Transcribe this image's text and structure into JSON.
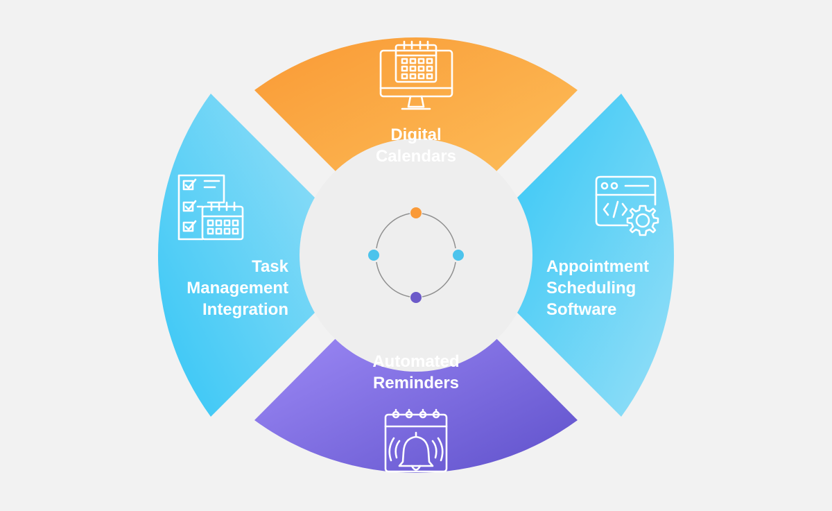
{
  "diagram": {
    "segments": [
      {
        "id": "top",
        "lines": [
          "Digital",
          "Calendars"
        ],
        "icon": "desktop-calendar-icon"
      },
      {
        "id": "right",
        "lines": [
          "Appointment",
          "Scheduling",
          "Software"
        ],
        "icon": "code-window-gear-icon"
      },
      {
        "id": "bottom",
        "lines": [
          "Automated",
          "Reminders"
        ],
        "icon": "calendar-bell-icon"
      },
      {
        "id": "left",
        "lines": [
          "Task",
          "Management",
          "Integration"
        ],
        "icon": "checklist-calendar-icon"
      }
    ],
    "center": {
      "dot_icons": [
        "orange-dot",
        "cyan-dot",
        "purple-dot",
        "cyan-dot"
      ]
    }
  },
  "colors": {
    "background": "#f2f2f2",
    "center": "#eeeeee",
    "top_gradient": [
      "#fdbb55",
      "#f99a35"
    ],
    "side_gradient": [
      "#38c8f7",
      "#8fdcf7"
    ],
    "bottom_gradient": [
      "#a08cf8",
      "#6455cf"
    ],
    "dot_orange": "#fa9a38",
    "dot_cyan": "#4cc3ec",
    "dot_purple": "#6c5ac9"
  }
}
